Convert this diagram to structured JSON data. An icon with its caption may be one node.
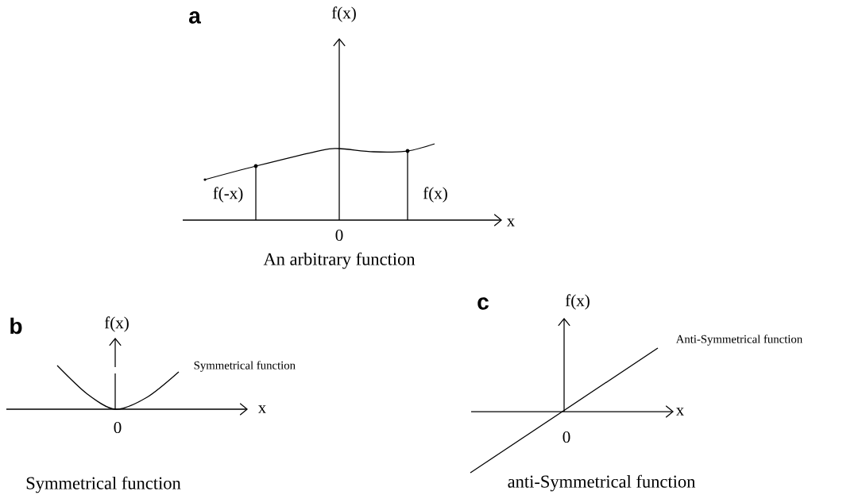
{
  "diagram": {
    "labels": [
      "a",
      "f(x)",
      "f(-x)",
      "f(x)",
      "x",
      "0",
      "An arbitrary function",
      "b",
      "f(x)",
      "c",
      "f(x)",
      "Symmetrical function",
      "Anti-Symmetrical function",
      "x",
      "0",
      "x",
      "0",
      "Symmetrical function",
      "anti-Symmetrical function"
    ]
  }
}
